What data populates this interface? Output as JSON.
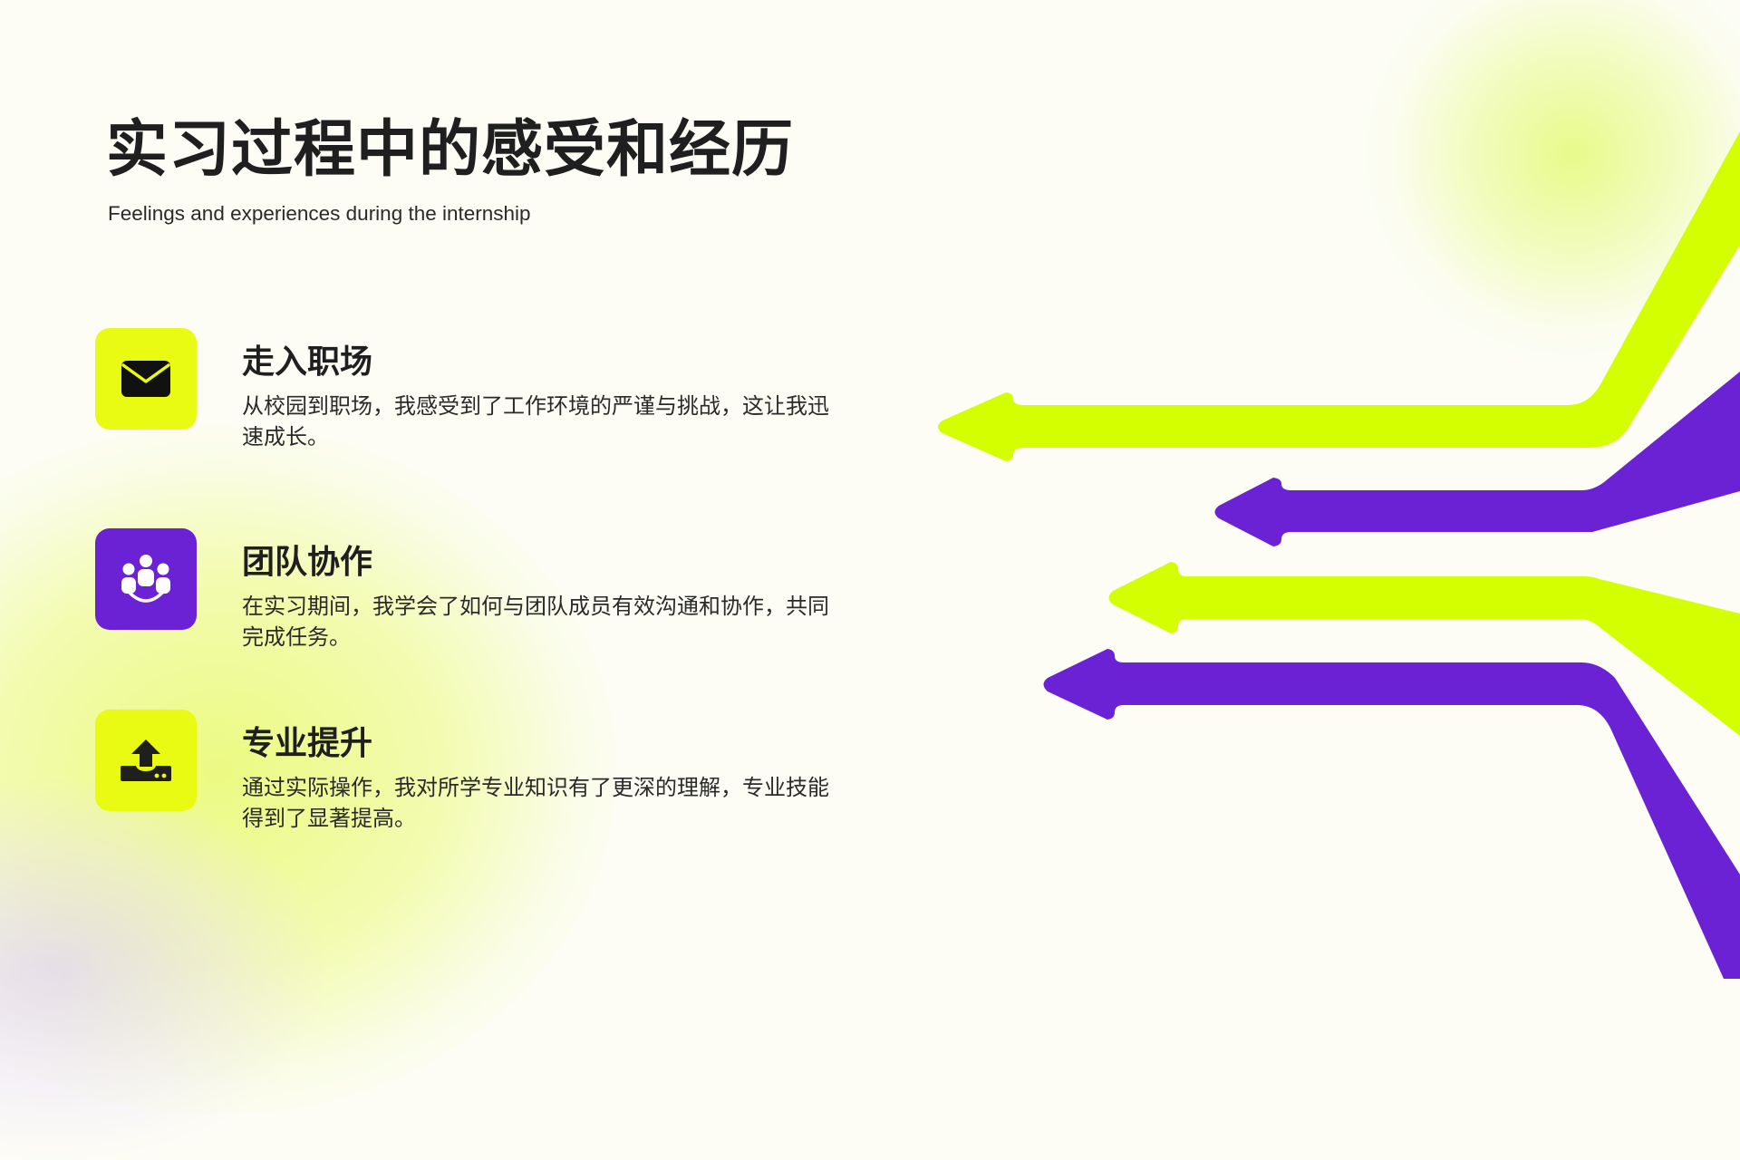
{
  "slide": {
    "title": "实习过程中的感受和经历",
    "subtitle": "Feelings and experiences during the internship"
  },
  "items": [
    {
      "heading": "走入职场",
      "body": "从校园到职场，我感受到了工作环境的严谨与挑战，这让我迅速成长。",
      "icon": "envelope-icon",
      "icon_bg": "#e9fb12",
      "icon_fg": "#111111"
    },
    {
      "heading": "团队协作",
      "body": "在实习期间，我学会了如何与团队成员有效沟通和协作，共同完成任务。",
      "icon": "team-icon",
      "icon_bg": "#6b21d4",
      "icon_fg": "#ffffff"
    },
    {
      "heading": "专业提升",
      "body": "通过实际操作，我对所学专业知识有了更深的理解，专业技能得到了显著提高。",
      "icon": "upload-icon",
      "icon_bg": "#e9fb12",
      "icon_fg": "#1f1f1f"
    }
  ],
  "colors": {
    "background": "#fdfdf6",
    "lime": "#d4ff00",
    "purple": "#6b21d4",
    "text_dark": "#1f1f1f"
  },
  "decoration": {
    "arrows": [
      {
        "color": "lime",
        "direction": "left"
      },
      {
        "color": "purple",
        "direction": "left"
      },
      {
        "color": "lime",
        "direction": "left"
      },
      {
        "color": "purple",
        "direction": "left"
      }
    ]
  }
}
